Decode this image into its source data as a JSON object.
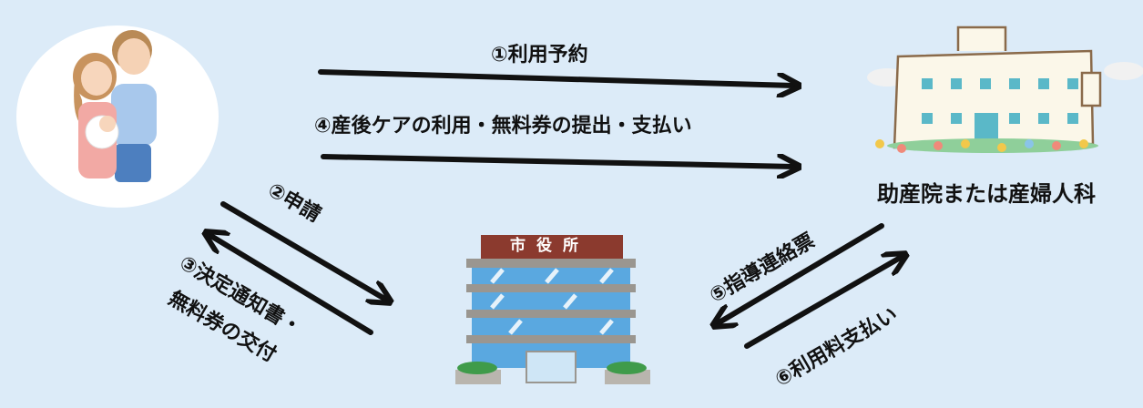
{
  "flows": {
    "reservation": "①利用予約",
    "postnatal_care": "④産後ケアの利用・無料券の提出・支払い",
    "application": "②申請",
    "decision_line1": "③決定通知書・",
    "decision_line2": "無料券の交付",
    "guidance_form": "⑤指導連絡票",
    "fee_payment": "⑥利用料支払い"
  },
  "nodes": {
    "clinic_label": "助産院または産婦人科",
    "city_hall_sign": "市役所"
  },
  "colors": {
    "background": "#dcebf8",
    "arrow": "#111111",
    "city_hall_sign": "#8b3a2e",
    "city_hall_glass": "#5aa8e0",
    "clinic_windows": "#5ab8c8"
  }
}
